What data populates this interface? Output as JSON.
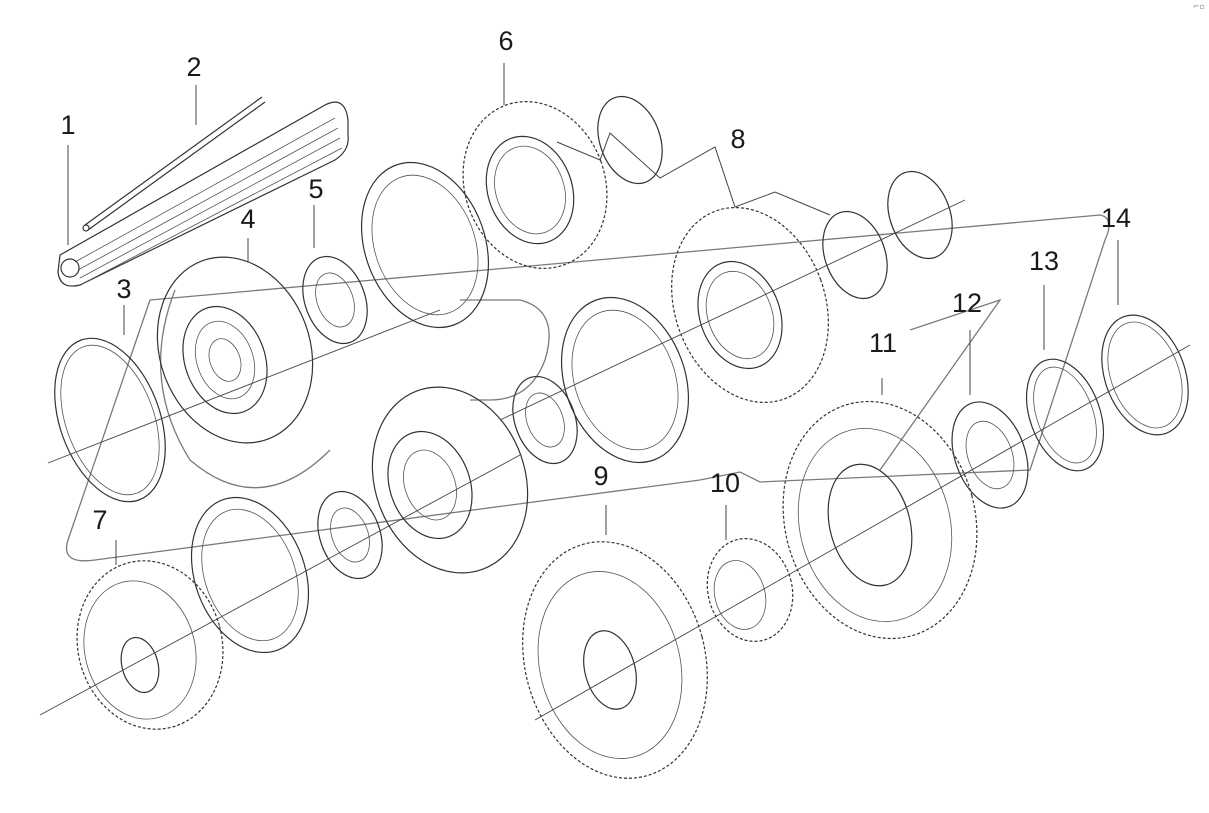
{
  "diagram": {
    "watermark_icon": "dpk-outline-logo",
    "corner_mark": "⌐▫",
    "callouts": [
      "1",
      "2",
      "3",
      "4",
      "5",
      "6",
      "7",
      "8",
      "9",
      "10",
      "11",
      "12",
      "13",
      "14"
    ],
    "parts_icons": [
      "shaft-icon",
      "pin-icon",
      "snap-ring-icon",
      "hub-icon",
      "thrust-washer-icon",
      "gear-icon",
      "gear-icon",
      "washer-icon",
      "gear-icon",
      "sleeve-icon",
      "gear-icon",
      "washer-icon",
      "ring-icon",
      "snap-ring-icon"
    ],
    "line_color": "#333333"
  }
}
